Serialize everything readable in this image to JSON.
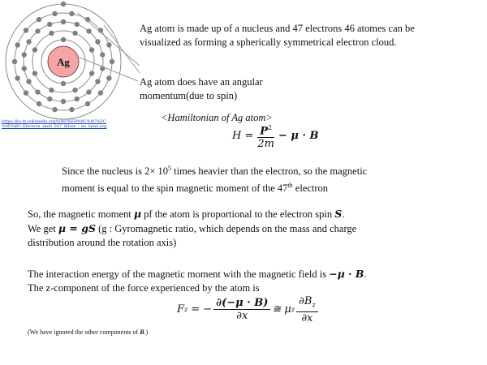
{
  "atom_diagram": {
    "nucleus_label": "Ag",
    "source_url_line1": "https://ko.m.wikipedia.org/wiki/%ED%8C%8C%EC",
    "source_url_line2": "%9D%BC:Electron_shell_047_Silver_-_no_label.svg",
    "colors": {
      "nucleus_fill": "#f4a6a6",
      "electron": "#808080",
      "shell": "#8a8a8a",
      "pointer": "#9a9a9a"
    }
  },
  "para1": {
    "line1": "Ag atom is made up of a nucleus and 47 electrons 46 atomes can be",
    "line2": "visualized as forming a spherically symmetrical electron cloud."
  },
  "para2": {
    "line1": "Ag atom does have an angular",
    "line2": "momentum(due to spin)"
  },
  "hamiltonian": {
    "caption": "<Hamiltonian of Ag atom>",
    "lhs": "H =",
    "numerator": "P",
    "numerator_exp": "2",
    "denominator": "2m",
    "rhs": "− μ · B"
  },
  "para3": {
    "line1_a": "Since the nucleus is 2× 10",
    "line1_exp": "5",
    "line1_b": " times heavier than the electron, so the magnetic",
    "line2_a": "moment is equal to the spin magnetic moment of the 47",
    "line2_sup": "th",
    "line2_b": " electron"
  },
  "para4": {
    "line1_a": "So, the magnetic moment ",
    "line1_mu": "μ",
    "line1_b": " pf the atom is proportional to the electron spin ",
    "line1_S": "S",
    "line1_c": ".",
    "line2_a": "We get ",
    "line2_eq": "μ = gS",
    "line2_b": " (g : Gyromagnetic ratio, which depends on the mass and charge",
    "line3": "distribution  around the rotation axis)"
  },
  "para5": {
    "line1_a": "The interaction energy of the magnetic moment with the magnetic field is ",
    "line1_eq": "−μ · B",
    "line1_b": ".",
    "line2": "The z-component of the force experienced by the atom is"
  },
  "force_eq": {
    "lhs": "F",
    "lhs_sub": "z",
    "eq": "= −",
    "num1": "∂(−μ · B)",
    "den1": "∂x",
    "approx": "≅ μ",
    "mu_sub": "z",
    "num2": "∂B",
    "num2_sub": "z",
    "den2": "∂x"
  },
  "footnote": {
    "text_a": "(We have ignored the other components of ",
    "text_B": "B",
    "text_b": ".)"
  }
}
